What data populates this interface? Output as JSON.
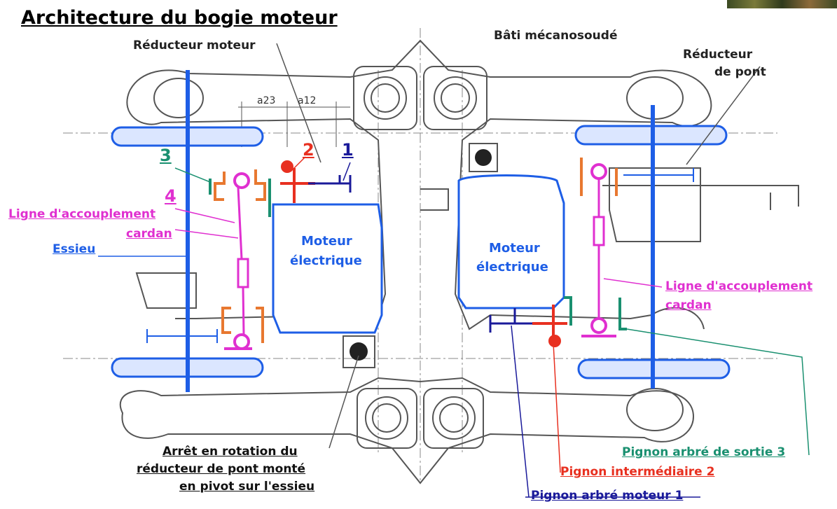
{
  "title": "Architecture du bogie moteur",
  "labels": {
    "bati": "Bâti mécanosoudé",
    "reducteur_moteur": "Réducteur moteur",
    "reducteur_pont_1": "Réducteur",
    "reducteur_pont_2": "de pont",
    "dim_a23": "a23",
    "dim_a12": "a12",
    "num_1": "1",
    "num_2": "2",
    "num_3": "3",
    "num_4": "4",
    "ligne_left_1": "Ligne d'accouplement",
    "ligne_left_2": "cardan",
    "essieu": "Essieu",
    "moteur_left_1": "Moteur",
    "moteur_left_2": "électrique",
    "moteur_right_1": "Moteur",
    "moteur_right_2": "électrique",
    "ligne_right_1": "Ligne d'accouplement",
    "ligne_right_2": "cardan",
    "arret_1": "Arrêt en rotation du",
    "arret_2": "réducteur de pont monté",
    "arret_3": "en pivot sur l'essieu",
    "pignon_sortie": "Pignon arbré de sortie 3",
    "pignon_inter": "Pignon intermédiaire 2",
    "pignon_moteur": "Pignon arbré moteur 1"
  },
  "colors": {
    "axle": "#1e5ee6",
    "coupling": "#e030d0",
    "gear_orange": "#e87830",
    "red": "#e83020",
    "navy": "#1a1a9a",
    "green": "#1a9070",
    "drawing": "#555555"
  }
}
